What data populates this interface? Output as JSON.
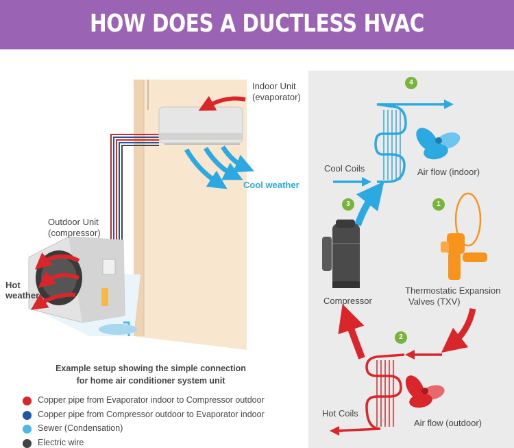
{
  "header": {
    "title": "HOW DOES A DUCTLESS HVAC SYSTEM WORK?"
  },
  "house": {
    "indoor_unit_line1": "Indoor Unit",
    "indoor_unit_line2": "(evaporator)",
    "cool_weather": "Cool weather",
    "outdoor_unit_line1": "Outdoor Unit",
    "outdoor_unit_line2": "(compressor)",
    "hot_weather_line1": "Hot",
    "hot_weather_line2": "weather",
    "caption_line1": "Example setup showing the simple connection",
    "caption_line2": "for home air conditioner system unit"
  },
  "legend": [
    {
      "label": "Copper pipe from Evaporator indoor to Compressor outdoor",
      "color": "#d9262b"
    },
    {
      "label": "Copper pipe from Compressor outdoor to Evaporator indoor",
      "color": "#1f57a8"
    },
    {
      "label": "Sewer (Condensation)",
      "color": "#4db8e8"
    },
    {
      "label": "Electric wire",
      "color": "#444444"
    }
  ],
  "cycle": {
    "steps": [
      "1",
      "2",
      "3",
      "4"
    ],
    "cool_coils": "Cool Coils",
    "air_flow_indoor": "Air flow (indoor)",
    "compressor": "Compressor",
    "txv_line1": "Thermostatic Expansion",
    "txv_line2": "Valves (TXV)",
    "hot_coils": "Hot Coils",
    "air_flow_outdoor": "Air flow (outdoor)"
  },
  "colors": {
    "header": "#9b63b4",
    "red": "#d9262b",
    "blue": "#2da9e1",
    "green": "#78b43c",
    "orange": "#f7941d"
  }
}
